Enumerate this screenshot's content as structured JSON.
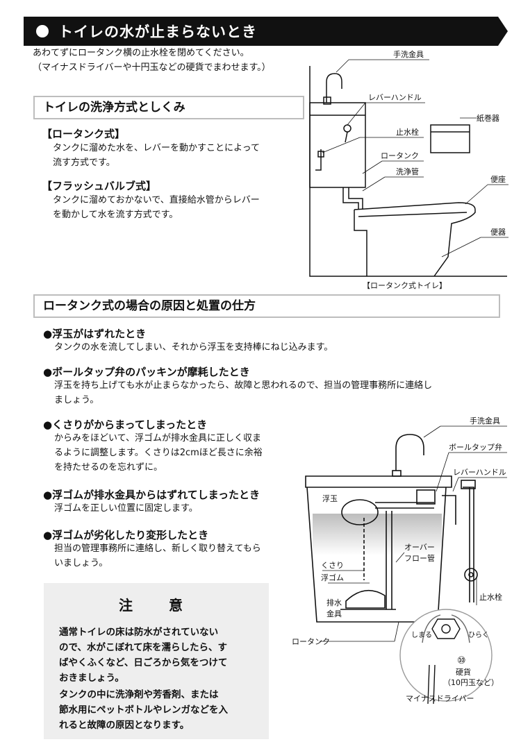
{
  "header": {
    "title": "トイレの水が止まらないとき"
  },
  "intro": {
    "line1": "あわてずにロータンク横の止水栓を閉めてください。",
    "line2": "（マイナスドライバーや十円玉などの硬貨でまわせます。）"
  },
  "section1": {
    "title": "トイレの洗浄方式としくみ",
    "items": [
      {
        "heading": "【ロータンク式】",
        "lines": [
          "タンクに溜めた水を、レバーを動かすことによって",
          "流す方式です。"
        ]
      },
      {
        "heading": "【フラッシュバルブ式】",
        "lines": [
          "タンクに溜めておかないで、直接給水管からレバー",
          "を動かして水を流す方式です。"
        ]
      }
    ]
  },
  "diagram1": {
    "labels": {
      "tesen": "手洗金具",
      "lever": "レバーハンドル",
      "kamimaki": "紙巻器",
      "shisuisen": "止水栓",
      "lowtank": "ロータンク",
      "senjokan": "洗浄管",
      "benza": "便座",
      "benki": "便器"
    },
    "caption": "【ロータンク式トイレ】"
  },
  "section2": {
    "title": "ロータンク式の場合の原因と処置の仕方",
    "items": [
      {
        "heading": "●浮玉がはずれたとき",
        "lines": [
          "タンクの水を流してしまい、それから浮玉を支持棒にねじ込みます。"
        ]
      },
      {
        "heading": "●ボールタップ弁のパッキンが摩耗したとき",
        "lines": [
          "浮玉を持ち上げても水が止まらなかったら、故障と思われるので、担当の管理事務所に連絡し",
          "ましょう。"
        ]
      },
      {
        "heading": "●くさりがからまってしまったとき",
        "lines": [
          "からみをほどいて、浮ゴムが排水金具に正しく収ま",
          "るように調整します。くさりは2cmほど長さに余裕",
          "を持たせるのを忘れずに。"
        ]
      },
      {
        "heading": "●浮ゴムが排水金具からはずれてしまったとき",
        "lines": [
          "浮ゴムを正しい位置に固定します。"
        ]
      },
      {
        "heading": "●浮ゴムが劣化したり変形したとき",
        "lines": [
          "担当の管理事務所に連絡し、新しく取り替えてもら",
          "いましょう。"
        ]
      }
    ]
  },
  "caution": {
    "title": "注　意",
    "p1": [
      "通常トイレの床は防水がされていない",
      "ので、水がこぼれて床を濡らしたら、す",
      "ばやくふくなど、日ごろから気をつけて",
      "おきましょう。"
    ],
    "p2": [
      "タンクの中に洗浄剤や芳香剤、または",
      "節水用にペットボトルやレンガなどを入",
      "れると故障の原因となります。"
    ]
  },
  "diagram2": {
    "labels": {
      "tesen": "手洗金具",
      "balltap": "ボールタップ弁",
      "lever": "レバーハンドル",
      "ukidama": "浮玉",
      "overflow1": "オーバー",
      "overflow2": "フロー管",
      "kusari": "くさり",
      "ukigomu": "浮ゴム",
      "haisui1": "排水",
      "haisui2": "金具",
      "shisuisen": "止水栓",
      "lowtank": "ロータンク",
      "shimaru": "しまる",
      "hiraku": "ひらく",
      "coin_symbol": "⑩",
      "kouka": "硬貨",
      "kouka_note": "（10円玉など）",
      "driver": "マイナスドライバー"
    }
  }
}
